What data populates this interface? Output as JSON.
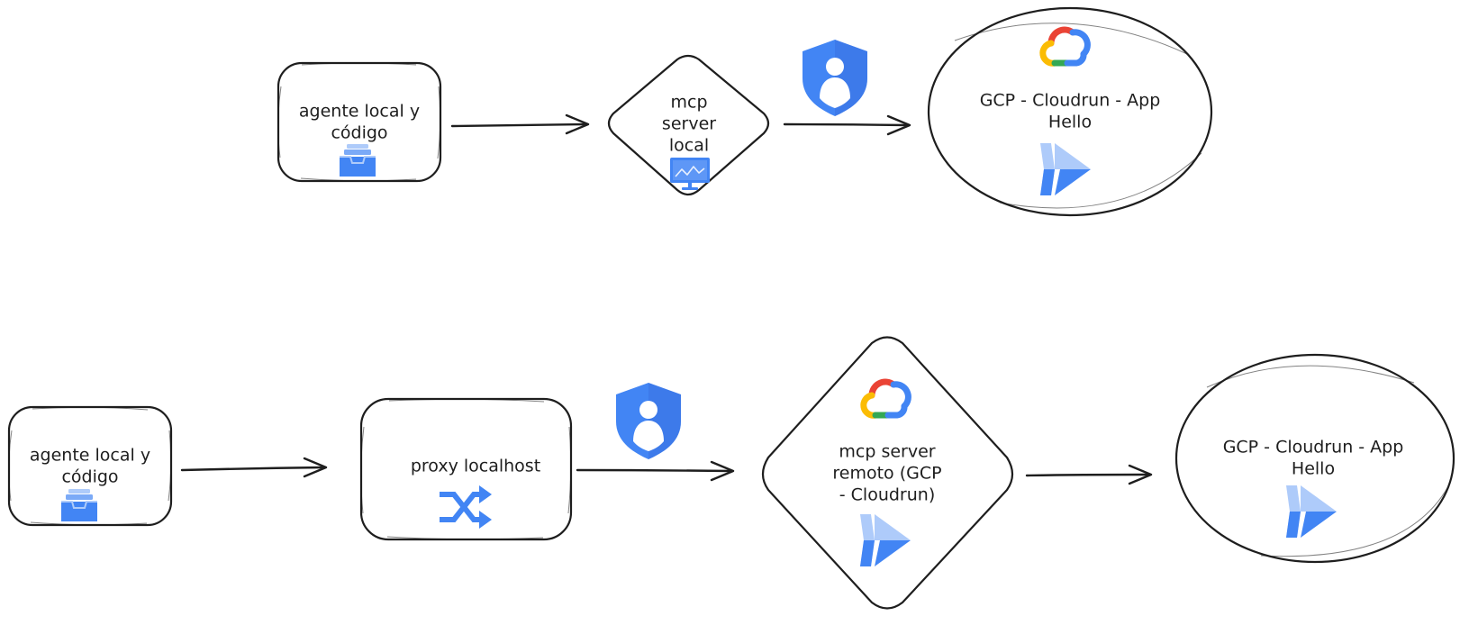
{
  "colors": {
    "stroke": "#1e1e1e",
    "background": "#ffffff",
    "icon_blue_dark": "#4285f4",
    "icon_blue_light": "#aecbfa",
    "gcp_red": "#ea4335",
    "gcp_yellow": "#fbbc04",
    "gcp_green": "#34a853",
    "gcp_blue": "#4285f4"
  },
  "rows": [
    {
      "nodes": [
        {
          "id": "local-agent",
          "lines": [
            "agente local y",
            "código"
          ],
          "icon": "archive-tray-icon"
        },
        {
          "id": "mcp-local",
          "lines": [
            "mcp",
            "server",
            "local"
          ],
          "icon": "monitor-chart-icon"
        },
        {
          "id": "cloudrun-app",
          "lines": [
            "GCP - Cloudrun - App",
            "Hello"
          ],
          "icon": "cloud-run-icon",
          "badge": "google-cloud-icon"
        }
      ],
      "security_icon": "security-shield-user-icon"
    },
    {
      "nodes": [
        {
          "id": "local-agent",
          "lines": [
            "agente local y",
            "código"
          ],
          "icon": "archive-tray-icon"
        },
        {
          "id": "proxy",
          "lines": [
            "proxy localhost"
          ],
          "icon": "shuffle-arrows-icon"
        },
        {
          "id": "mcp-remote",
          "lines": [
            "mcp server",
            "remoto (GCP",
            "- Cloudrun)"
          ],
          "icon": "cloud-run-icon",
          "badge": "google-cloud-icon"
        },
        {
          "id": "cloudrun-app",
          "lines": [
            "GCP - Cloudrun - App",
            "Hello"
          ],
          "icon": "cloud-run-icon"
        }
      ],
      "security_icon": "security-shield-user-icon"
    }
  ]
}
